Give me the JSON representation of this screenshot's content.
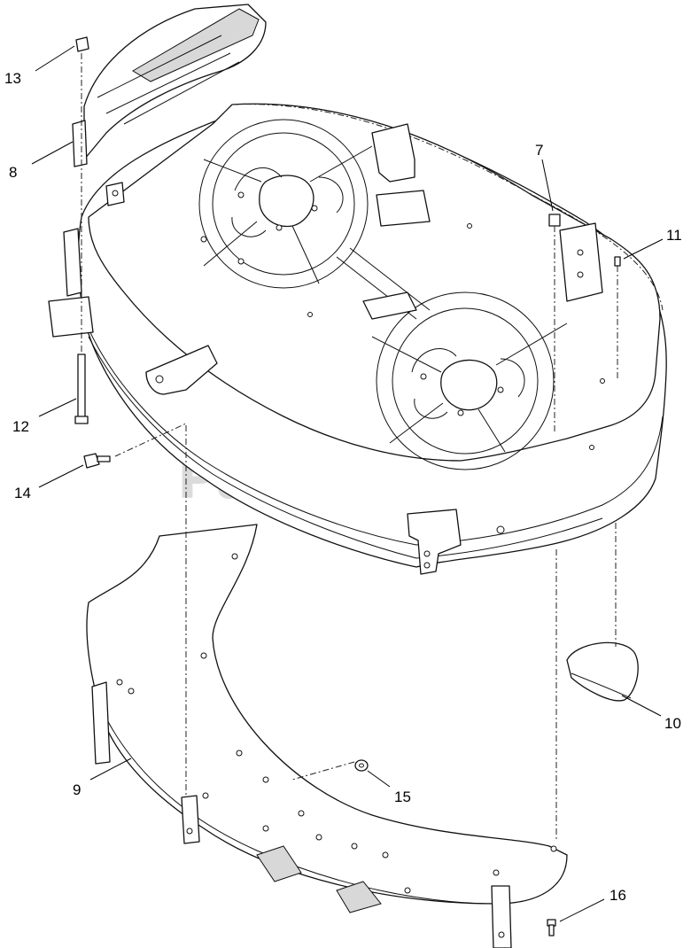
{
  "diagram": {
    "watermark": {
      "text": "PartsTree",
      "trademark": "™"
    },
    "callouts": [
      {
        "id": "13",
        "label": "13"
      },
      {
        "id": "8",
        "label": "8"
      },
      {
        "id": "7",
        "label": "7"
      },
      {
        "id": "11",
        "label": "11"
      },
      {
        "id": "12",
        "label": "12"
      },
      {
        "id": "14",
        "label": "14"
      },
      {
        "id": "10",
        "label": "10"
      },
      {
        "id": "9",
        "label": "9"
      },
      {
        "id": "15",
        "label": "15"
      },
      {
        "id": "16",
        "label": "16"
      }
    ]
  }
}
